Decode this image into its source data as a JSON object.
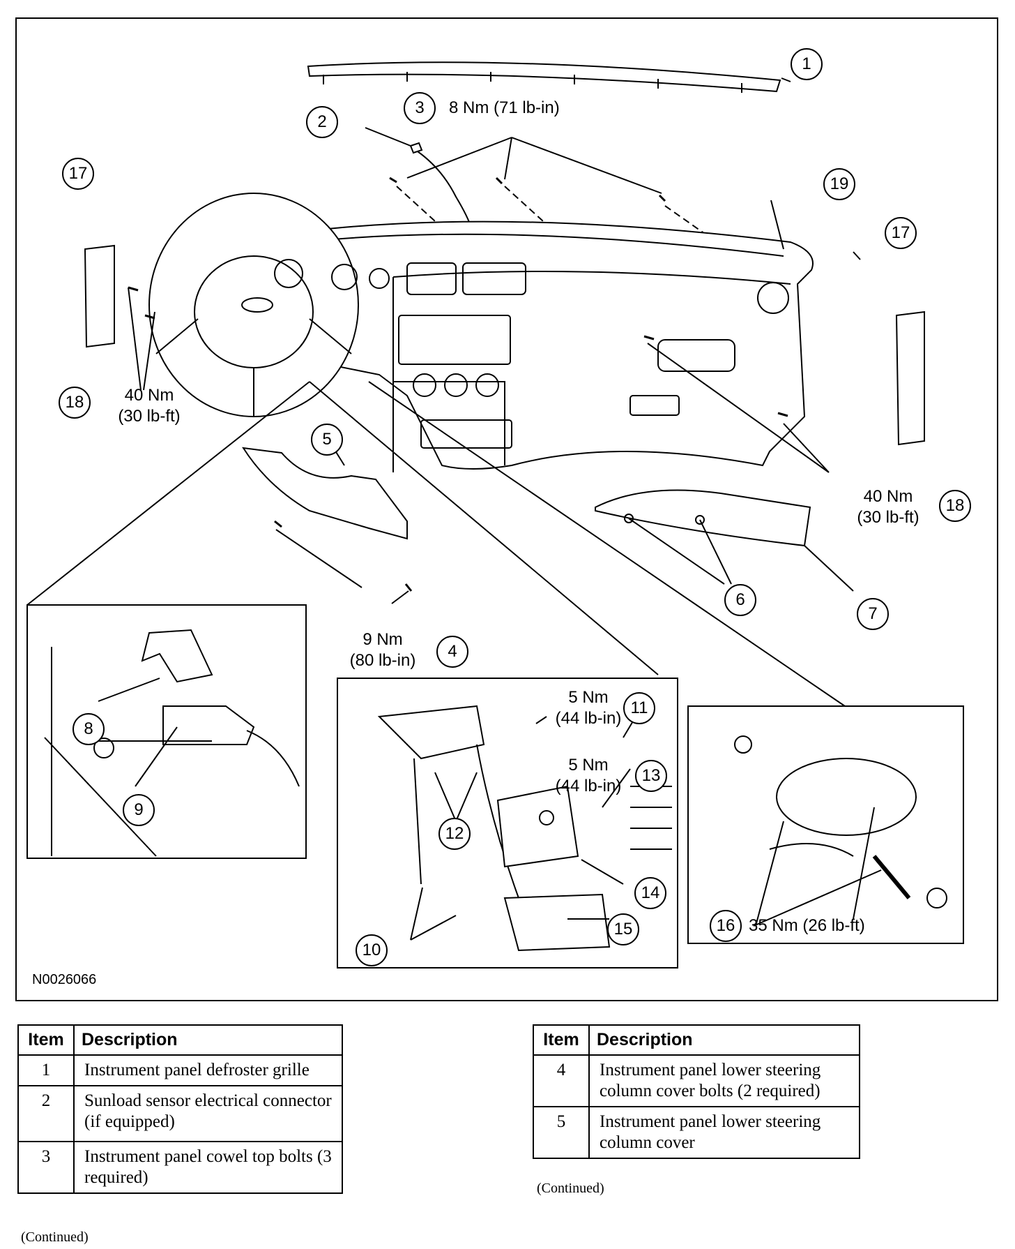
{
  "figure": {
    "code": "N0026066",
    "callouts": [
      "1",
      "2",
      "3",
      "4",
      "5",
      "6",
      "7",
      "8",
      "9",
      "10",
      "11",
      "12",
      "13",
      "14",
      "15",
      "16",
      "17",
      "17",
      "18",
      "18",
      "19"
    ],
    "torques": {
      "t3": "8 Nm (71 lb-in)",
      "t18_left_nm": "40 Nm",
      "t18_left_lb": "(30 lb-ft)",
      "t18_right_nm": "40 Nm",
      "t18_right_lb": "(30 lb-ft)",
      "t4_nm": "9 Nm",
      "t4_lb": "(80 lb-in)",
      "t11_nm": "5 Nm",
      "t11_lb": "(44 lb-in)",
      "t13_nm": "5 Nm",
      "t13_lb": "(44 lb-in)",
      "t16": "35 Nm (26 lb-ft)"
    }
  },
  "table_left": {
    "headers": [
      "Item",
      "Description"
    ],
    "rows": [
      {
        "item": "1",
        "description": "Instrument panel defroster grille"
      },
      {
        "item": "2",
        "description": "Sunload sensor electrical connector (if equipped)"
      },
      {
        "item": "3",
        "description": "Instrument panel cowel top bolts (3 required)"
      }
    ],
    "continued": "(Continued)"
  },
  "table_right": {
    "headers": [
      "Item",
      "Description"
    ],
    "rows": [
      {
        "item": "4",
        "description": "Instrument panel lower steering column cover bolts (2 required)"
      },
      {
        "item": "5",
        "description": "Instrument panel lower steering column cover"
      }
    ],
    "continued": "(Continued)"
  }
}
